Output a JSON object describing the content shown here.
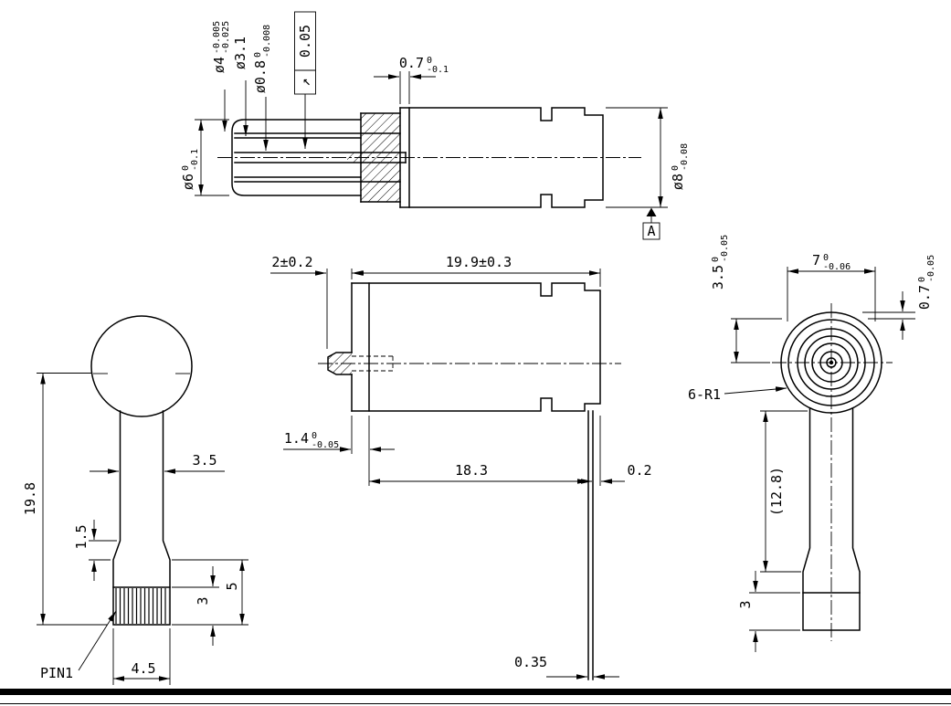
{
  "meta": {
    "type": "engineering-drawing",
    "subject": "connector barrel with center pin, four orthographic views",
    "background": "#ffffff",
    "line_color": "#000000"
  },
  "top_view": {
    "name": "top section view",
    "dims": {
      "dia4": {
        "value": "ø4",
        "tol_upper": "-0.005",
        "tol_lower": "-0.025"
      },
      "dia3_1": {
        "value": "ø3.1"
      },
      "dia0_8": {
        "value": "ø0.8",
        "tol_upper": "0",
        "tol_lower": "-0.008"
      },
      "runout": {
        "symbol": "↗",
        "value": "0.05"
      },
      "lip": {
        "value": "0.7",
        "tol_upper": "0",
        "tol_lower": "-0.1"
      },
      "dia6": {
        "value": "ø6",
        "tol_upper": "0",
        "tol_lower": "-0.1"
      },
      "dia8": {
        "value": "ø8",
        "tol_upper": "0",
        "tol_lower": "-0.08"
      },
      "datum": {
        "label": "A"
      }
    }
  },
  "front_view": {
    "name": "front view",
    "dims": {
      "height": {
        "value": "19.8"
      },
      "stem_width": {
        "value": "3.5"
      },
      "transition": {
        "value": "1.5"
      },
      "pin_section": {
        "value": "3"
      },
      "base_height": {
        "value": "5"
      },
      "base_width": {
        "value": "4.5"
      },
      "pin_label": {
        "value": "PIN1"
      }
    }
  },
  "side_view": {
    "name": "side view",
    "dims": {
      "tab_length": {
        "value": "2±0.2"
      },
      "body_length": {
        "value": "19.9±0.3"
      },
      "flange_width": {
        "value": "1.4",
        "tol_upper": "0",
        "tol_lower": "-0.05"
      },
      "body_step": {
        "value": "18.3"
      },
      "end_gap": {
        "value": "0.2"
      },
      "pin_thickness": {
        "value": "0.35"
      }
    }
  },
  "end_view": {
    "name": "end view",
    "dims": {
      "center_height": {
        "value": "3.5",
        "tol_upper": "0",
        "tol_lower": "-0.05"
      },
      "width": {
        "value": "7",
        "tol_upper": "0",
        "tol_lower": "-0.06"
      },
      "edge_offset": {
        "value": "0.7",
        "tol_upper": "0",
        "tol_lower": "-0.05"
      },
      "corner_radius": {
        "value": "6-R1"
      },
      "stem_length": {
        "value": "(12.8)"
      },
      "base_height": {
        "value": "3"
      }
    }
  }
}
